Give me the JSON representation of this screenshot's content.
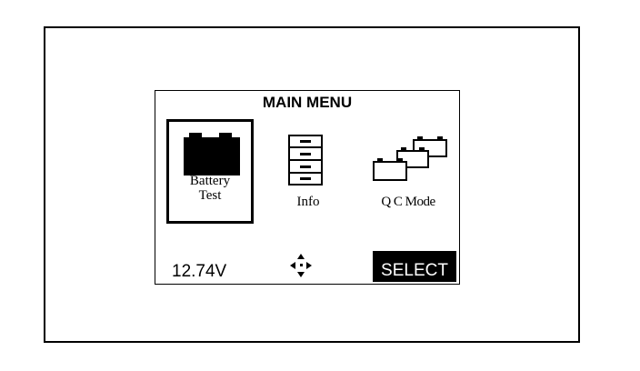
{
  "screen": {
    "title": "MAIN MENU",
    "items": [
      {
        "label_line1": "Battery",
        "label_line2": "Test",
        "icon": "battery-icon",
        "selected": true
      },
      {
        "label": "Info",
        "icon": "file-cabinet-icon",
        "selected": false
      },
      {
        "label": "Q C Mode",
        "icon": "multi-battery-icon",
        "selected": false
      }
    ],
    "voltage": "12.74V",
    "nav_icon": "four-way-arrows-icon",
    "select_label": "SELECT"
  }
}
